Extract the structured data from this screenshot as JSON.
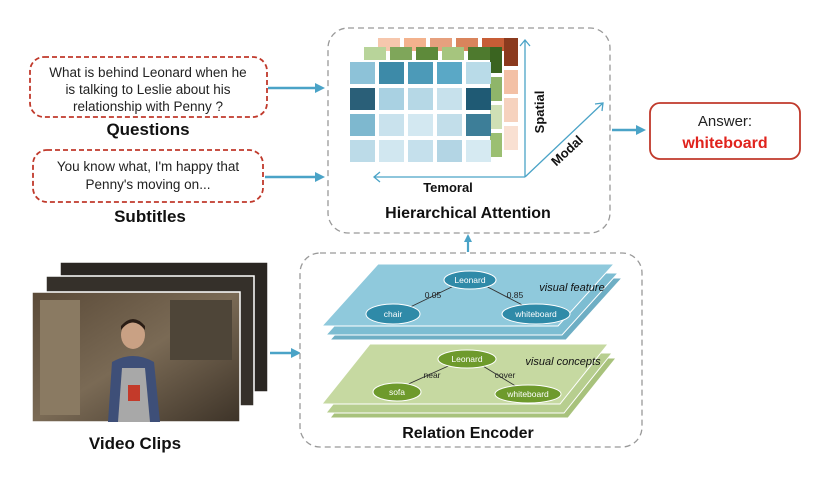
{
  "question": {
    "text_lines": [
      "What is behind Leonard when he",
      "is talking to Leslie about his",
      "relationship with Penny ?"
    ],
    "label": "Questions"
  },
  "subtitle": {
    "text_lines": [
      "You know what, I'm happy that",
      "Penny's moving on..."
    ],
    "label": "Subtitles"
  },
  "video": {
    "label": "Video Clips"
  },
  "attention": {
    "title": "Hierarchical Attention",
    "axis_temporal": "Temoral",
    "axis_spatial": "Spatial",
    "axis_modal": "Modal"
  },
  "answer": {
    "prefix": "Answer:",
    "value": "whiteboard"
  },
  "relation_encoder": {
    "title": "Relation Encoder",
    "visual_feature": {
      "label": "visual feature",
      "center": "Leonard",
      "left": "chair",
      "right": "whiteboard",
      "left_weight": "0.05",
      "right_weight": "0.85"
    },
    "visual_concepts": {
      "label": "visual concepts",
      "center": "Leonard",
      "left": "sofa",
      "right": "whiteboard",
      "left_relation": "near",
      "right_relation": "cover"
    }
  },
  "colors": {
    "dashed_red": "#c0392b",
    "arrow_blue": "#4aa3c7",
    "answer_red": "#e0231d",
    "feature_plate": "#8fc9dc",
    "concept_plate": "#c6d9a1",
    "feature_node": "#2f8aa8",
    "concept_node": "#6e9a2c"
  }
}
